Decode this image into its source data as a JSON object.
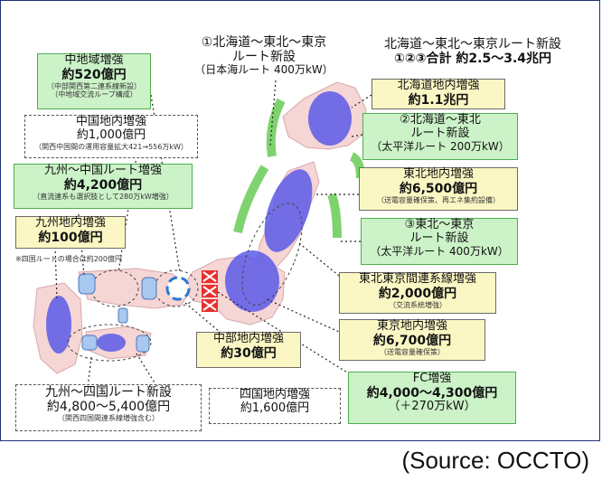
{
  "route1": {
    "title": "①北海道～東北～東京",
    "subtitle": "ルート新設",
    "detail": "（日本海ルート 400万kW）"
  },
  "total": {
    "line1": "北海道～東北～東京ルート新設",
    "line2": "①②③合計 約2.5～3.4兆円"
  },
  "chubu_region": {
    "title": "中地域増強",
    "amount": "約520億円",
    "note1": "（中部関西第二連系線新設）",
    "note2": "（中地域交流ループ構成）"
  },
  "hokkaido_internal": {
    "title": "北海道地内増強",
    "amount": "約1.1兆円"
  },
  "chugoku_internal": {
    "title": "中国地内増強",
    "amount": "約1,000億円",
    "note": "（関西中国間の運用容量拡大421→556万kW）"
  },
  "route2": {
    "title": "②北海道～東北",
    "subtitle": "ルート新設",
    "detail": "（太平洋ルート 200万kW）"
  },
  "kyushu_chugoku": {
    "title": "九州～中国ルート増強",
    "amount": "約4,200億円",
    "note": "（直流連系も選択肢として280万kW増強）"
  },
  "tohoku_internal": {
    "title": "東北地内増強",
    "amount": "約6,500億円",
    "note": "（送電容量確保策、再エネ集約設備）"
  },
  "kyushu_internal": {
    "title": "九州地内増強",
    "amount": "約100億円"
  },
  "shikoku_note": "※四国ルートの場合は約200億円",
  "route3": {
    "title": "③東北～東京",
    "subtitle": "ルート新設",
    "detail": "（太平洋ルート 400万kW）"
  },
  "tohoku_tokyo": {
    "title": "東北東京間連系線増強",
    "amount": "約2,000億円",
    "note": "（交流系統増強）"
  },
  "tokyo_internal": {
    "title": "東京地内増強",
    "amount": "約6,700億円",
    "note": "（送電容量確保策）"
  },
  "chubu_internal": {
    "title": "中部地内増強",
    "amount": "約30億円"
  },
  "kyushu_shikoku": {
    "title": "九州～四国ルート新設",
    "amount": "約4,800～5,400億円",
    "note": "（関西四国間連系線増強含む）"
  },
  "shikoku_internal": {
    "title": "四国地内増強",
    "amount": "約1,600億円"
  },
  "fc": {
    "title": "FC増強",
    "amount": "約4,000～4,300億円",
    "detail": "（＋270万kW）"
  },
  "source": "(Source: OCCTO)",
  "colors": {
    "green_box": "#ccf2c8",
    "yellow_box": "#fbf7c4",
    "land": "#f6d5d5",
    "ellipse": "#5b5be8",
    "arrow": "#7fd36f",
    "fc_red": "#e83030"
  }
}
